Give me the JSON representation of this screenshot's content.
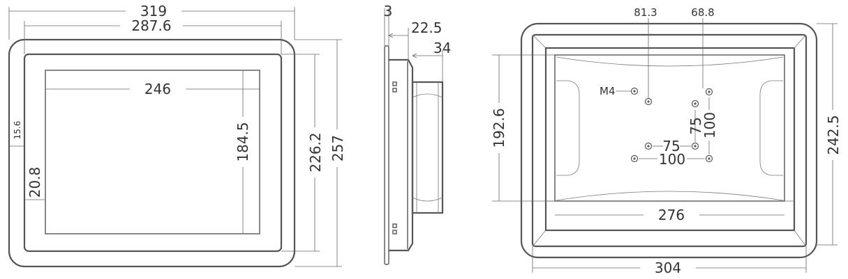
{
  "front_view": {
    "overall_width": "319",
    "bezel_width": "287.6",
    "screen_width": "246",
    "screen_height": "184.5",
    "bezel_height": "226.2",
    "overall_height": "257",
    "frame_offset": "15.6",
    "bezel_margin": "20.8"
  },
  "side_view": {
    "panel_thickness": "3",
    "body_depth": "22.5",
    "total_depth": "34"
  },
  "rear_view": {
    "hole_offset_left": "81.3",
    "hole_offset_right": "68.8",
    "screw_thread": "M4",
    "vesa_small_v": "75",
    "vesa_large_v": "100",
    "vesa_small_h": "75",
    "vesa_large_h": "100",
    "inner_height": "192.6",
    "outer_height": "242.5",
    "inner_width": "276",
    "outer_width": "304"
  },
  "colors": {
    "line": "#555555",
    "text": "#333333"
  }
}
